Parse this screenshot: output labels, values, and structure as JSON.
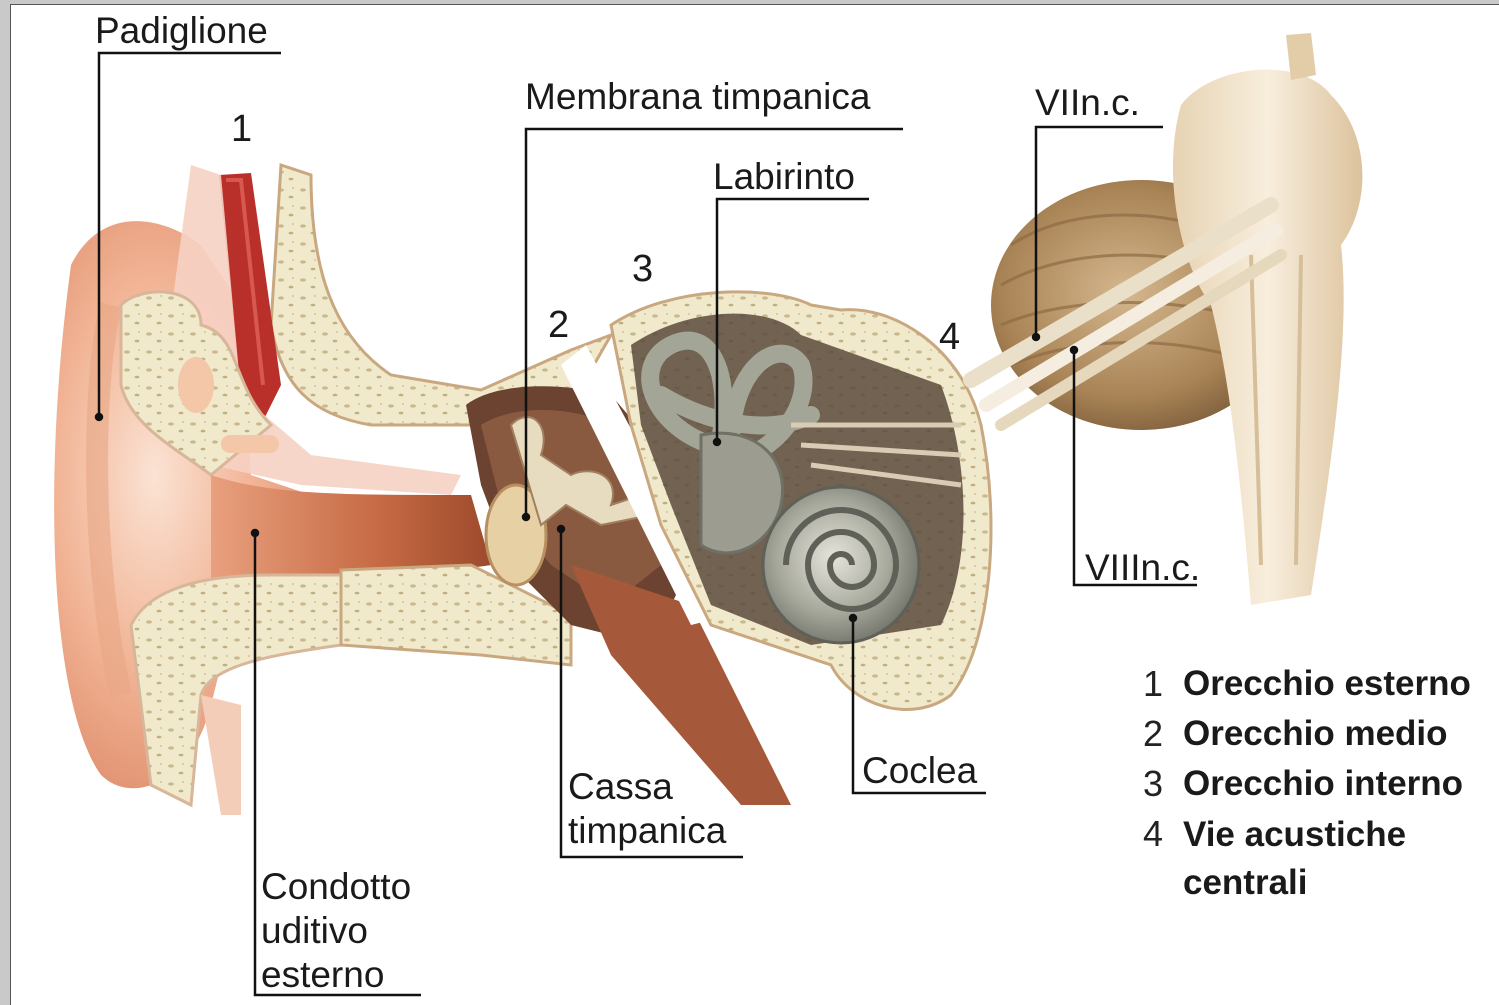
{
  "labels": {
    "padiglione": "Padiglione",
    "membrana": "Membrana timpanica",
    "labirinto": "Labirinto",
    "viin": "VIIn.c.",
    "viiin": "VIIIn.c.",
    "coclea": "Coclea",
    "cassa_1": "Cassa",
    "cassa_2": "timpanica",
    "condotto_1": "Condotto",
    "condotto_2": "uditivo",
    "condotto_3": "esterno"
  },
  "numbers": [
    "1",
    "2",
    "3",
    "4"
  ],
  "legend": [
    {
      "n": "1",
      "text": "Orecchio esterno"
    },
    {
      "n": "2",
      "text": "Orecchio medio"
    },
    {
      "n": "3",
      "text": "Orecchio interno"
    },
    {
      "n": "4",
      "text": "Vie acustiche centrali"
    }
  ],
  "colors": {
    "skin": "#f0b89a",
    "canal": "#c8653f",
    "bone": "#efe6c5",
    "cavity": "#5a3a2a",
    "labyrinth": "#8d8f82",
    "brain": "#b8946a",
    "nerve": "#e8dcc4"
  }
}
